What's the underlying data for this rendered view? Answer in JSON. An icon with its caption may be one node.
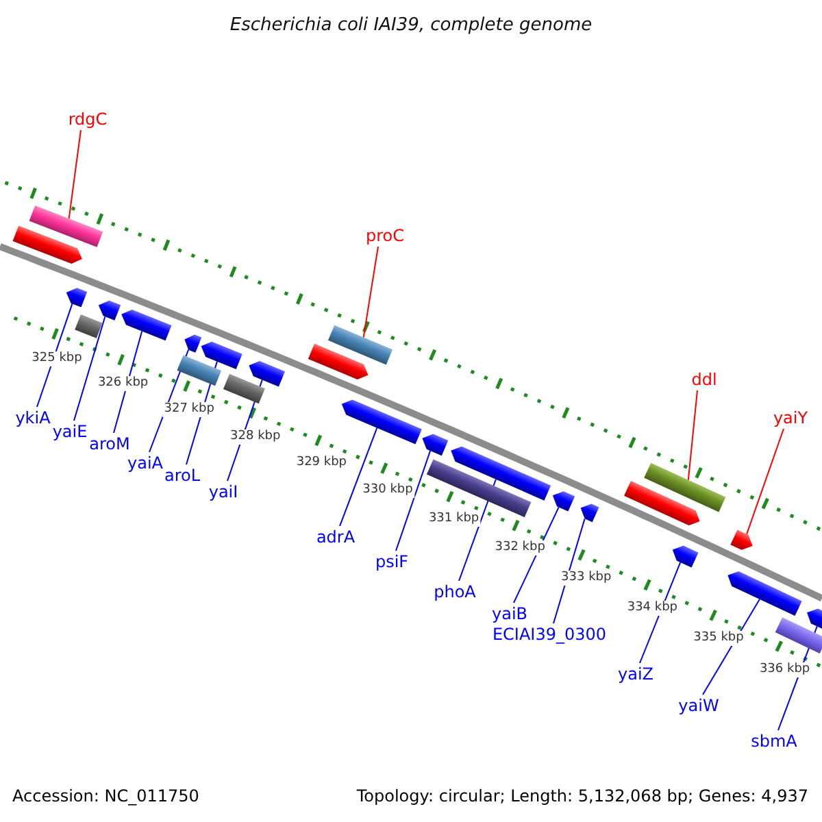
{
  "diagram": {
    "title": "Escherichia coli IAI39, complete genome",
    "nodes": [
      {
        "text": [
          "rdgC"
        ]
      },
      {
        "text": [
          "proC"
        ]
      },
      {
        "text": [
          "ddl"
        ]
      },
      {
        "text": [
          "yaiY"
        ]
      },
      {
        "text": [
          "ykiA"
        ]
      },
      {
        "text": [
          "yaiE"
        ]
      },
      {
        "text": [
          "aroM"
        ]
      },
      {
        "text": [
          "yaiA"
        ]
      },
      {
        "text": [
          "aroL"
        ]
      },
      {
        "text": [
          "yaiI"
        ]
      },
      {
        "text": [
          "adrA"
        ]
      },
      {
        "text": [
          "psiF"
        ]
      },
      {
        "text": [
          "phoA"
        ]
      },
      {
        "text": [
          "yaiB"
        ]
      },
      {
        "text": [
          "ECIAI39_0300"
        ]
      },
      {
        "text": [
          "yaiZ"
        ]
      },
      {
        "text": [
          "yaiW"
        ]
      },
      {
        "text": [
          "sbmA"
        ]
      },
      {
        "text": [],
        "shape": "bar"
      },
      {
        "text": [],
        "shape": "pentagon"
      },
      {
        "text": [],
        "shape": "bar"
      },
      {
        "text": [],
        "shape": "pentagon"
      },
      {
        "text": [],
        "shape": "bar"
      },
      {
        "text": [],
        "shape": "pentagon"
      },
      {
        "text": [],
        "shape": "pentagon"
      },
      {
        "text": [],
        "shape": "pentagon"
      },
      {
        "text": [],
        "shape": "pentagon"
      },
      {
        "text": [],
        "shape": "bar"
      },
      {
        "text": [],
        "shape": "pentagon"
      },
      {
        "text": [],
        "shape": "pentagon"
      },
      {
        "text": [],
        "shape": "pentagon"
      },
      {
        "text": [],
        "shape": "bar"
      },
      {
        "text": [],
        "shape": "pentagon"
      },
      {
        "text": [],
        "shape": "bar"
      },
      {
        "text": [],
        "shape": "pentagon"
      },
      {
        "text": [],
        "shape": "pentagon"
      },
      {
        "text": [],
        "shape": "pentagon"
      },
      {
        "text": [],
        "shape": "bar"
      },
      {
        "text": [],
        "shape": "pentagon"
      },
      {
        "text": [],
        "shape": "pentagon"
      },
      {
        "text": [],
        "shape": "pentagon"
      },
      {
        "text": [],
        "shape": "pentagon"
      },
      {
        "text": [],
        "shape": "pentagon"
      },
      {
        "text": [],
        "shape": "bar"
      }
    ],
    "edges": [
      {
        "from": 0,
        "to": 18,
        "arrow": "none",
        "color": "#ff0000"
      },
      {
        "from": 1,
        "to": 20,
        "arrow": "none",
        "color": "#ff0000"
      },
      {
        "from": 2,
        "to": 22,
        "arrow": "none",
        "color": "#ff0000"
      },
      {
        "from": 3,
        "to": 24,
        "arrow": "none",
        "color": "#ff0000"
      },
      {
        "from": 4,
        "to": 25,
        "arrow": "none"
      },
      {
        "from": 5,
        "to": 26,
        "arrow": "none"
      },
      {
        "from": 6,
        "to": 28,
        "arrow": "none"
      },
      {
        "from": 7,
        "to": 29,
        "arrow": "none"
      },
      {
        "from": 8,
        "to": 30,
        "arrow": "none"
      },
      {
        "from": 9,
        "to": 32,
        "arrow": "none"
      },
      {
        "from": 10,
        "to": 34,
        "arrow": "none"
      },
      {
        "from": 11,
        "to": 35,
        "arrow": "none"
      },
      {
        "from": 12,
        "to": 36,
        "arrow": "none"
      },
      {
        "from": 13,
        "to": 38,
        "arrow": "none"
      },
      {
        "from": 14,
        "to": 39,
        "arrow": "none"
      },
      {
        "from": 15,
        "to": 40,
        "arrow": "none"
      },
      {
        "from": 16,
        "to": 41,
        "arrow": "none"
      },
      {
        "from": 17,
        "to": 42,
        "arrow": "none"
      }
    ],
    "labels": [
      "325 kbp",
      "326 kbp",
      "327 kbp",
      "328 kbp",
      "329 kbp",
      "330 kbp",
      "331 kbp",
      "332 kbp",
      "333 kbp",
      "334 kbp",
      "335 kbp",
      "336 kbp",
      "Accession: NC_011750",
      "Topology: circular; Length: 5,132,068 bp; Genes: 4,937"
    ]
  }
}
